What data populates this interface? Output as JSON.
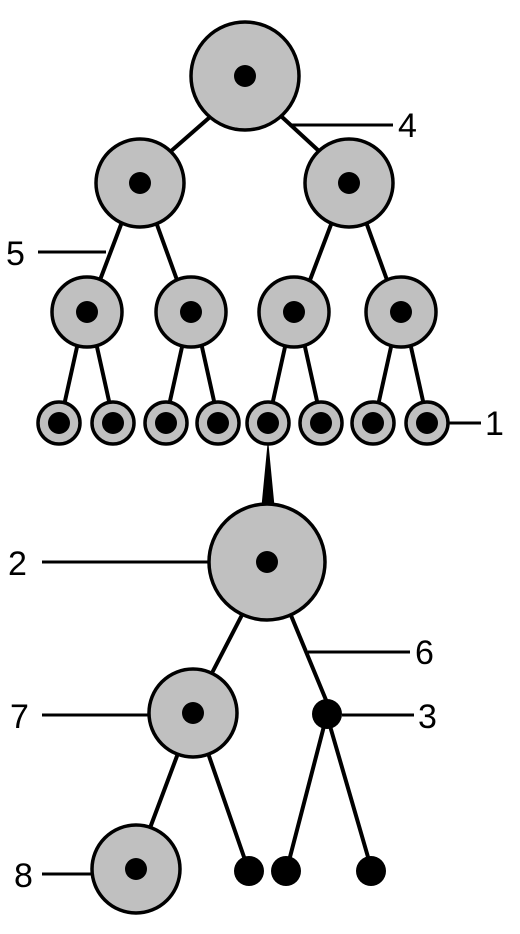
{
  "diagram": {
    "colors": {
      "node_fill": "#c0c0c0",
      "stroke": "#000000",
      "background": "#ffffff"
    },
    "labels": {
      "label_1": "1",
      "label_2": "2",
      "label_3": "3",
      "label_4": "4",
      "label_5": "5",
      "label_6": "6",
      "label_7": "7",
      "label_8": "8"
    }
  }
}
